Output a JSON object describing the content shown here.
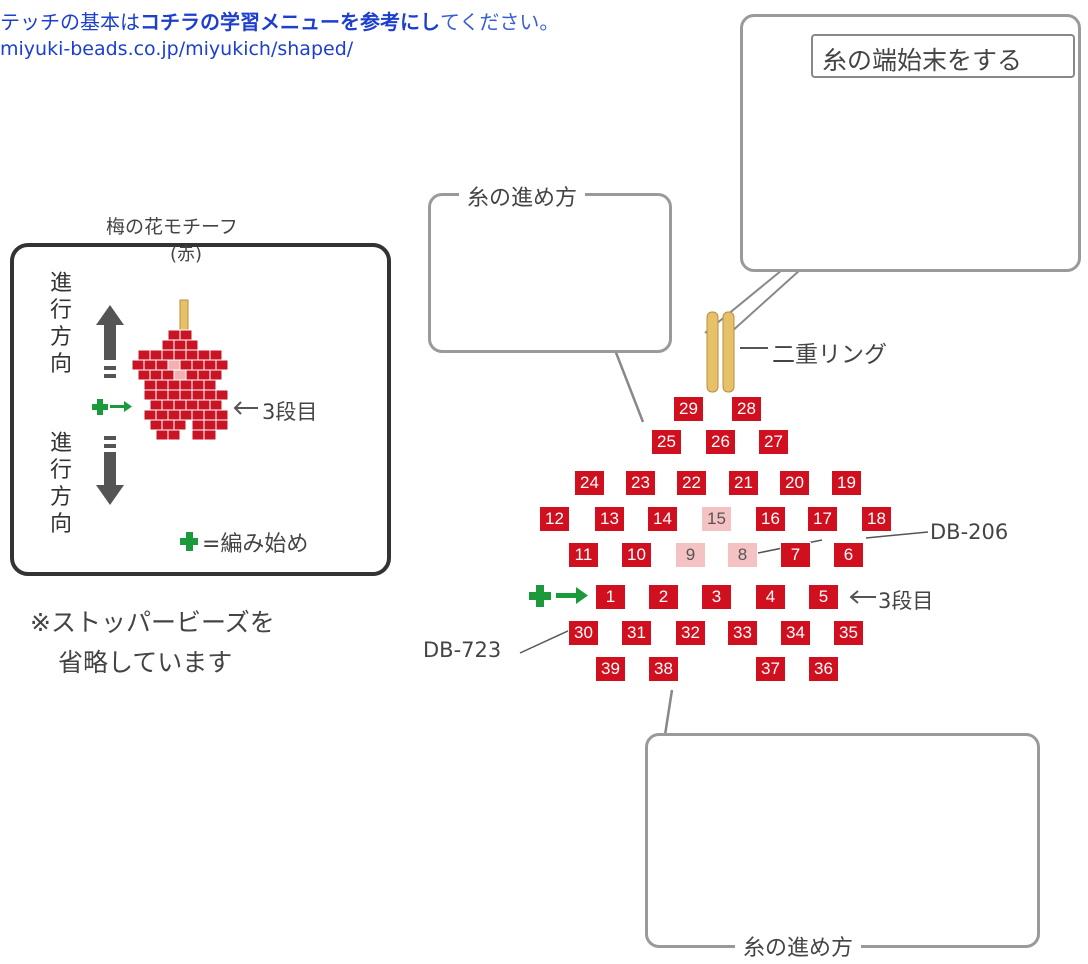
{
  "header": {
    "line1_part1": "テッチの基本は",
    "line1_link": "コチラの学習メニューを参考にし",
    "line1_part2": "てください。",
    "line2_url": "miyuki-beads.co.jp/miyukich/shaped/"
  },
  "left_panel": {
    "title": "梅の花モチーフ",
    "subtitle": "(赤)",
    "direction_chars": [
      "進",
      "行",
      "方",
      "向"
    ],
    "row_marker": "3段目",
    "legend_text": "=編み始め"
  },
  "note": {
    "line1": "※ストッパービーズを",
    "line2": "省略しています"
  },
  "callouts": {
    "thread_path_top": "糸の進め方",
    "thread_end": "糸の端始末をする",
    "double_ring": "二重リング",
    "thread_path_bottom": "糸の進め方"
  },
  "labels": {
    "db206": "DB-206",
    "db723": "DB-723",
    "row3": "3段目"
  },
  "beads": {
    "row1": [
      "29",
      "28"
    ],
    "row2": [
      "25",
      "26",
      "27"
    ],
    "row3": [
      "24",
      "23",
      "22",
      "21",
      "20",
      "19"
    ],
    "row4": [
      "12",
      "13",
      "14",
      "15",
      "16",
      "17",
      "18"
    ],
    "row5": [
      "11",
      "10",
      "9",
      "8",
      "7",
      "6"
    ],
    "row6": [
      "1",
      "2",
      "3",
      "4",
      "5"
    ],
    "row7": [
      "30",
      "31",
      "32",
      "33",
      "34",
      "35"
    ],
    "row8": [
      "39",
      "38",
      "37",
      "36"
    ]
  },
  "colors": {
    "red": "#d00f1f",
    "pink": "#f4c2c2",
    "salmon": "#f0a07e",
    "green": "#1a9a3a",
    "ring": "#e7c06a",
    "frame": "#9a9a9a"
  }
}
